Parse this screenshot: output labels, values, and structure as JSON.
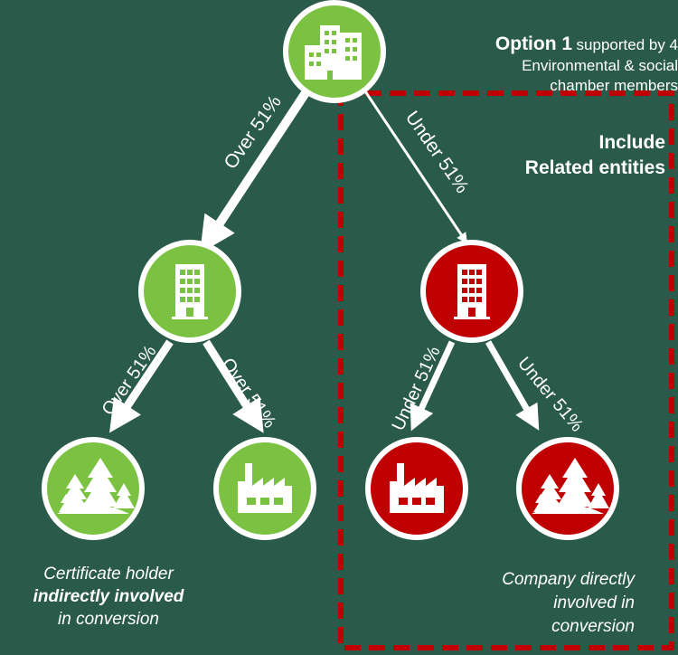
{
  "option": {
    "title": "Option 1",
    "supported_by": "supported by 4",
    "line2": "Environmental & social",
    "line3": "chamber members"
  },
  "include_box": {
    "line1": "Include",
    "line2": "Related entities"
  },
  "edges": {
    "top_left": "Over 51%",
    "top_right": "Under 51%",
    "mid_left_left": "Over 51%",
    "mid_left_right": "Over 51%",
    "mid_right_left": "Under 51%",
    "mid_right_right": "Under 51%"
  },
  "captions": {
    "left_line1": "Certificate holder",
    "left_line2": "indirectly involved",
    "left_line3": "in conversion",
    "right_line1": "Company directly",
    "right_line2": "involved in",
    "right_line3": "conversion"
  },
  "colors": {
    "background": "#2a5a4a",
    "green_node": "#7cc242",
    "red_node": "#c00000",
    "dashed_box": "#c00000"
  },
  "icons": {
    "top_node": "city-buildings-icon",
    "mid_left_node": "office-building-icon",
    "mid_right_node": "office-building-icon",
    "leaf_1": "forest-trees-icon",
    "leaf_2": "factory-icon",
    "leaf_3": "factory-icon",
    "leaf_4": "forest-trees-icon"
  }
}
